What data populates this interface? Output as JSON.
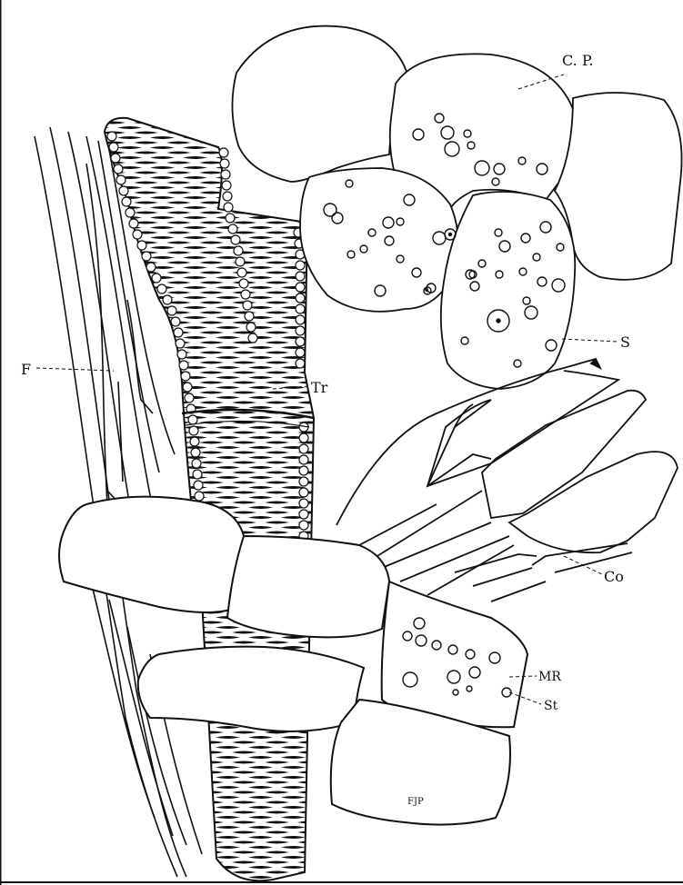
{
  "labels": {
    "cp": "C. P.",
    "s": "S",
    "f": "F",
    "tr": "Tr",
    "co": "Co",
    "mr": "MR",
    "st": "St",
    "signature": "FJP"
  },
  "colors": {
    "ink": "#111111",
    "paper": "#ffffff"
  }
}
